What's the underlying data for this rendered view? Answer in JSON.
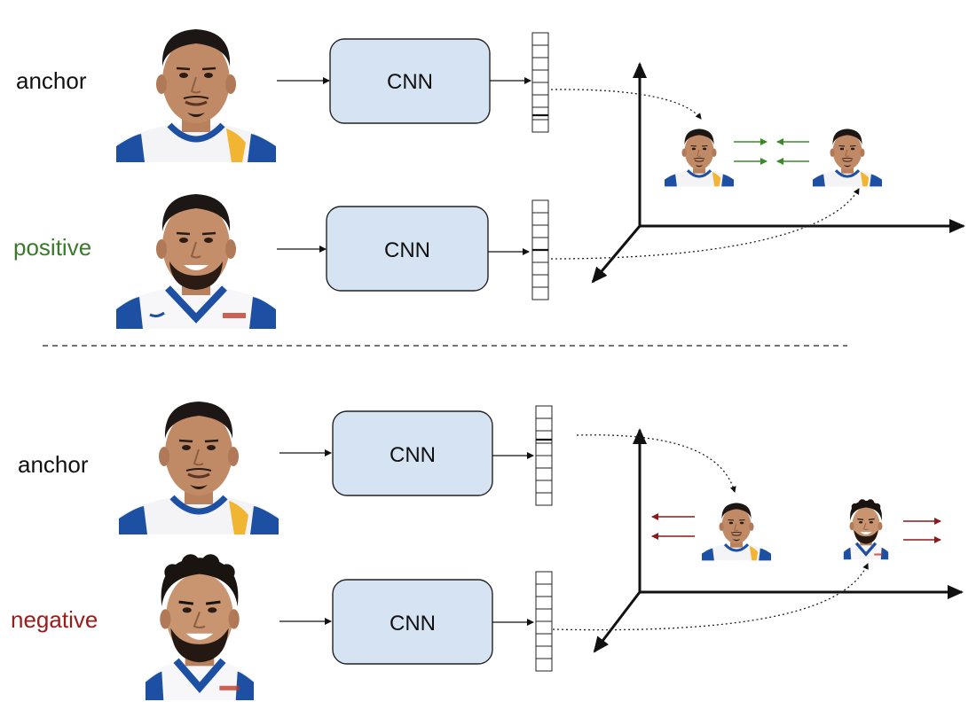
{
  "top_panel": {
    "anchor_label": "anchor",
    "positive_label": "positive",
    "cnn_anchor": "CNN",
    "cnn_positive": "CNN",
    "arrow_color": "#3a8a2a",
    "label_color": "#3a7a2a"
  },
  "bottom_panel": {
    "anchor_label": "anchor",
    "negative_label": "negative",
    "cnn_anchor": "CNN",
    "cnn_negative": "CNN",
    "arrow_color": "#8b1a1a",
    "label_color": "#9b1b1b"
  },
  "colors": {
    "cnn_fill": "#d5e3f3",
    "cnn_stroke": "#222222",
    "text": "#111111",
    "jersey_blue": "#1d4fa3",
    "jersey_gold": "#f2b531",
    "skin": "#c08a66"
  },
  "icons": [
    "face-photo",
    "embedding-vector",
    "3d-axes"
  ]
}
